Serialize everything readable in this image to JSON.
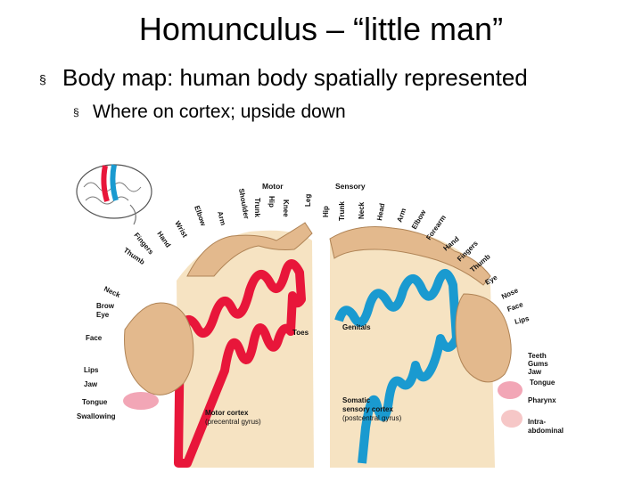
{
  "title": "Homunculus – “little man”",
  "bullets": {
    "level1": "Body map: human body spatially represented",
    "level2": "Where on cortex; upside down",
    "marker": "§"
  },
  "figure": {
    "headers": {
      "motor": "Motor",
      "sensory": "Sensory"
    },
    "motor_labels": [
      "Toes",
      "Knee",
      "Hip",
      "Trunk",
      "Shoulder",
      "Arm",
      "Elbow",
      "Wrist",
      "Hand",
      "Fingers",
      "Thumb",
      "Neck",
      "Brow",
      "Eye",
      "Face",
      "Lips",
      "Jaw",
      "Tongue",
      "Swallowing"
    ],
    "sensory_labels": [
      "Genitals",
      "Leg",
      "Hip",
      "Trunk",
      "Neck",
      "Head",
      "Arm",
      "Elbow",
      "Forearm",
      "Hand",
      "Fingers",
      "Thumb",
      "Eye",
      "Nose",
      "Face",
      "Lips",
      "Teeth",
      "Gums",
      "Jaw",
      "Tongue",
      "Pharynx",
      "Intra-",
      "abdominal"
    ],
    "captions": {
      "motor_title": "Motor cortex",
      "motor_sub": "(precentral gyrus)",
      "sensory_title1": "Somatic",
      "sensory_title2": "sensory cortex",
      "sensory_sub": "(postcentral gyrus)"
    },
    "colors": {
      "motor": "#e8163a",
      "sensory": "#1a9ad0",
      "tissue": "#f6e3c2",
      "body": "#e3b98d"
    }
  }
}
